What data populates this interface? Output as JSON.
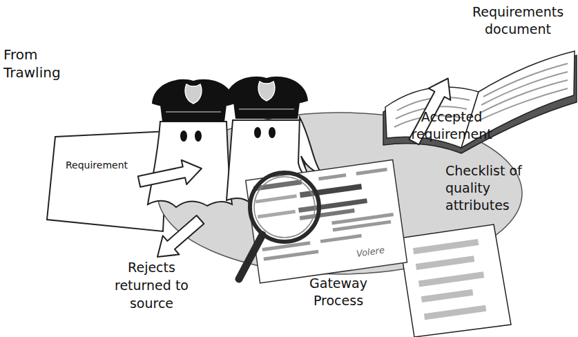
{
  "diagram": {
    "nodes": [
      {
        "text": [
          "Requirement"
        ]
      },
      {
        "text": [
          "Gateway Process"
        ]
      },
      {
        "text": [
          "Requirements document"
        ]
      },
      {
        "text": [
          "Checklist of quality attributes"
        ]
      }
    ],
    "edges": [
      {
        "from": 0,
        "to": 1,
        "arrow": "to"
      },
      {
        "from": 1,
        "to": 2,
        "arrow": "to",
        "label": "Accepted requirement"
      }
    ],
    "labels": [
      "From Trawling",
      "Rejects returned to source",
      "Volere"
    ]
  }
}
